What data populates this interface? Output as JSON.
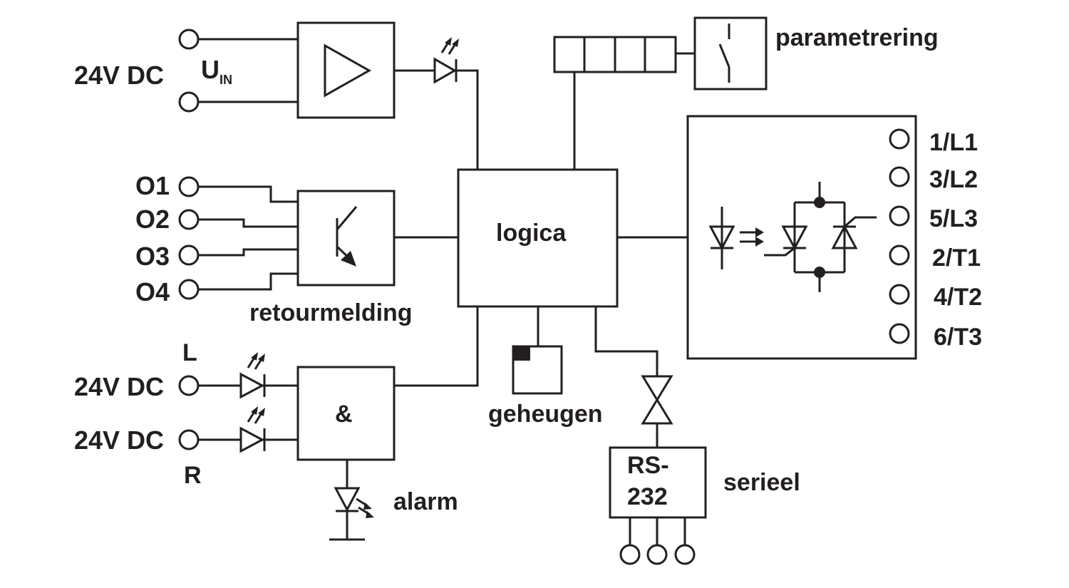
{
  "labels": {
    "supply_top": "24V DC",
    "uin_main": "U",
    "uin_sub": "IN",
    "parametrering": "parametrering",
    "o1": "O1",
    "o2": "O2",
    "o3": "O3",
    "o4": "O4",
    "retourmelding": "retourmelding",
    "logica": "logica",
    "l_letter": "L",
    "supply_l": "24V DC",
    "supply_r": "24V DC",
    "r_letter": "R",
    "and_gate": "&",
    "geheugen": "geheugen",
    "alarm": "alarm",
    "rs_line1": "RS-",
    "rs_line2": "232",
    "serieel": "serieel"
  },
  "terminals": [
    "1/L1",
    "3/L2",
    "5/L3",
    "2/T1",
    "4/T2",
    "6/T3"
  ]
}
